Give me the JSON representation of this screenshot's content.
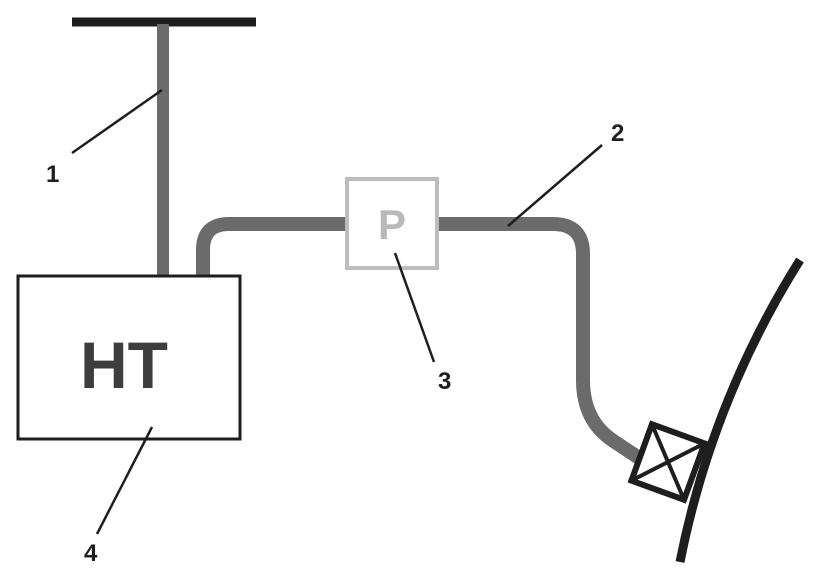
{
  "labels": {
    "ht_box": "HT",
    "pump_box": "P"
  },
  "callouts": {
    "c1": "1",
    "c2": "2",
    "c3": "3",
    "c4": "4"
  },
  "colors": {
    "pipe": "#6b6b6b",
    "outline": "#1e1e1e",
    "pump_outline": "#bdbdbd",
    "pump_text": "#b9b9b9",
    "ht_text": "#3d3d3d",
    "leader": "#1e1e1e"
  }
}
